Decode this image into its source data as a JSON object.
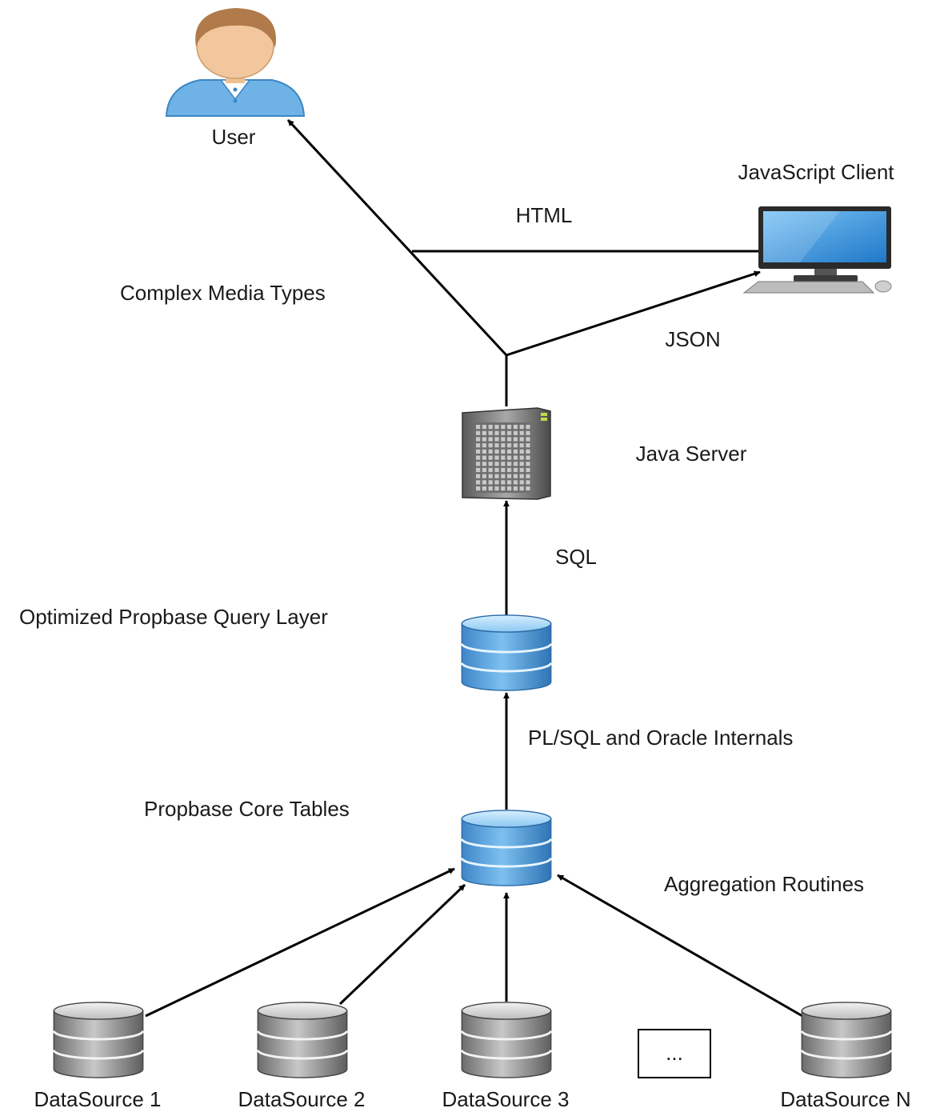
{
  "labels": {
    "user": "User",
    "javascript_client": "JavaScript Client",
    "html": "HTML",
    "complex_media_types": "Complex Media Types",
    "json": "JSON",
    "java_server": "Java Server",
    "sql": "SQL",
    "optimized_query_layer": "Optimized Propbase Query Layer",
    "plsql": "PL/SQL and Oracle Internals",
    "core_tables": "Propbase Core Tables",
    "aggregation": "Aggregation Routines",
    "ds1": "DataSource 1",
    "ds2": "DataSource 2",
    "ds3": "DataSource 3",
    "dsn": "DataSource N",
    "ellipsis": "..."
  },
  "icons": {
    "user": "user-icon",
    "client": "desktop-computer-icon",
    "server": "server-tower-icon",
    "database": "database-icon"
  },
  "colors": {
    "db_blue": "#5aa6e0",
    "db_gray": "#9a9a9a",
    "user_skin": "#f3c79d",
    "user_shirt": "#6fb3e6",
    "monitor_screen": "#3a95db"
  }
}
